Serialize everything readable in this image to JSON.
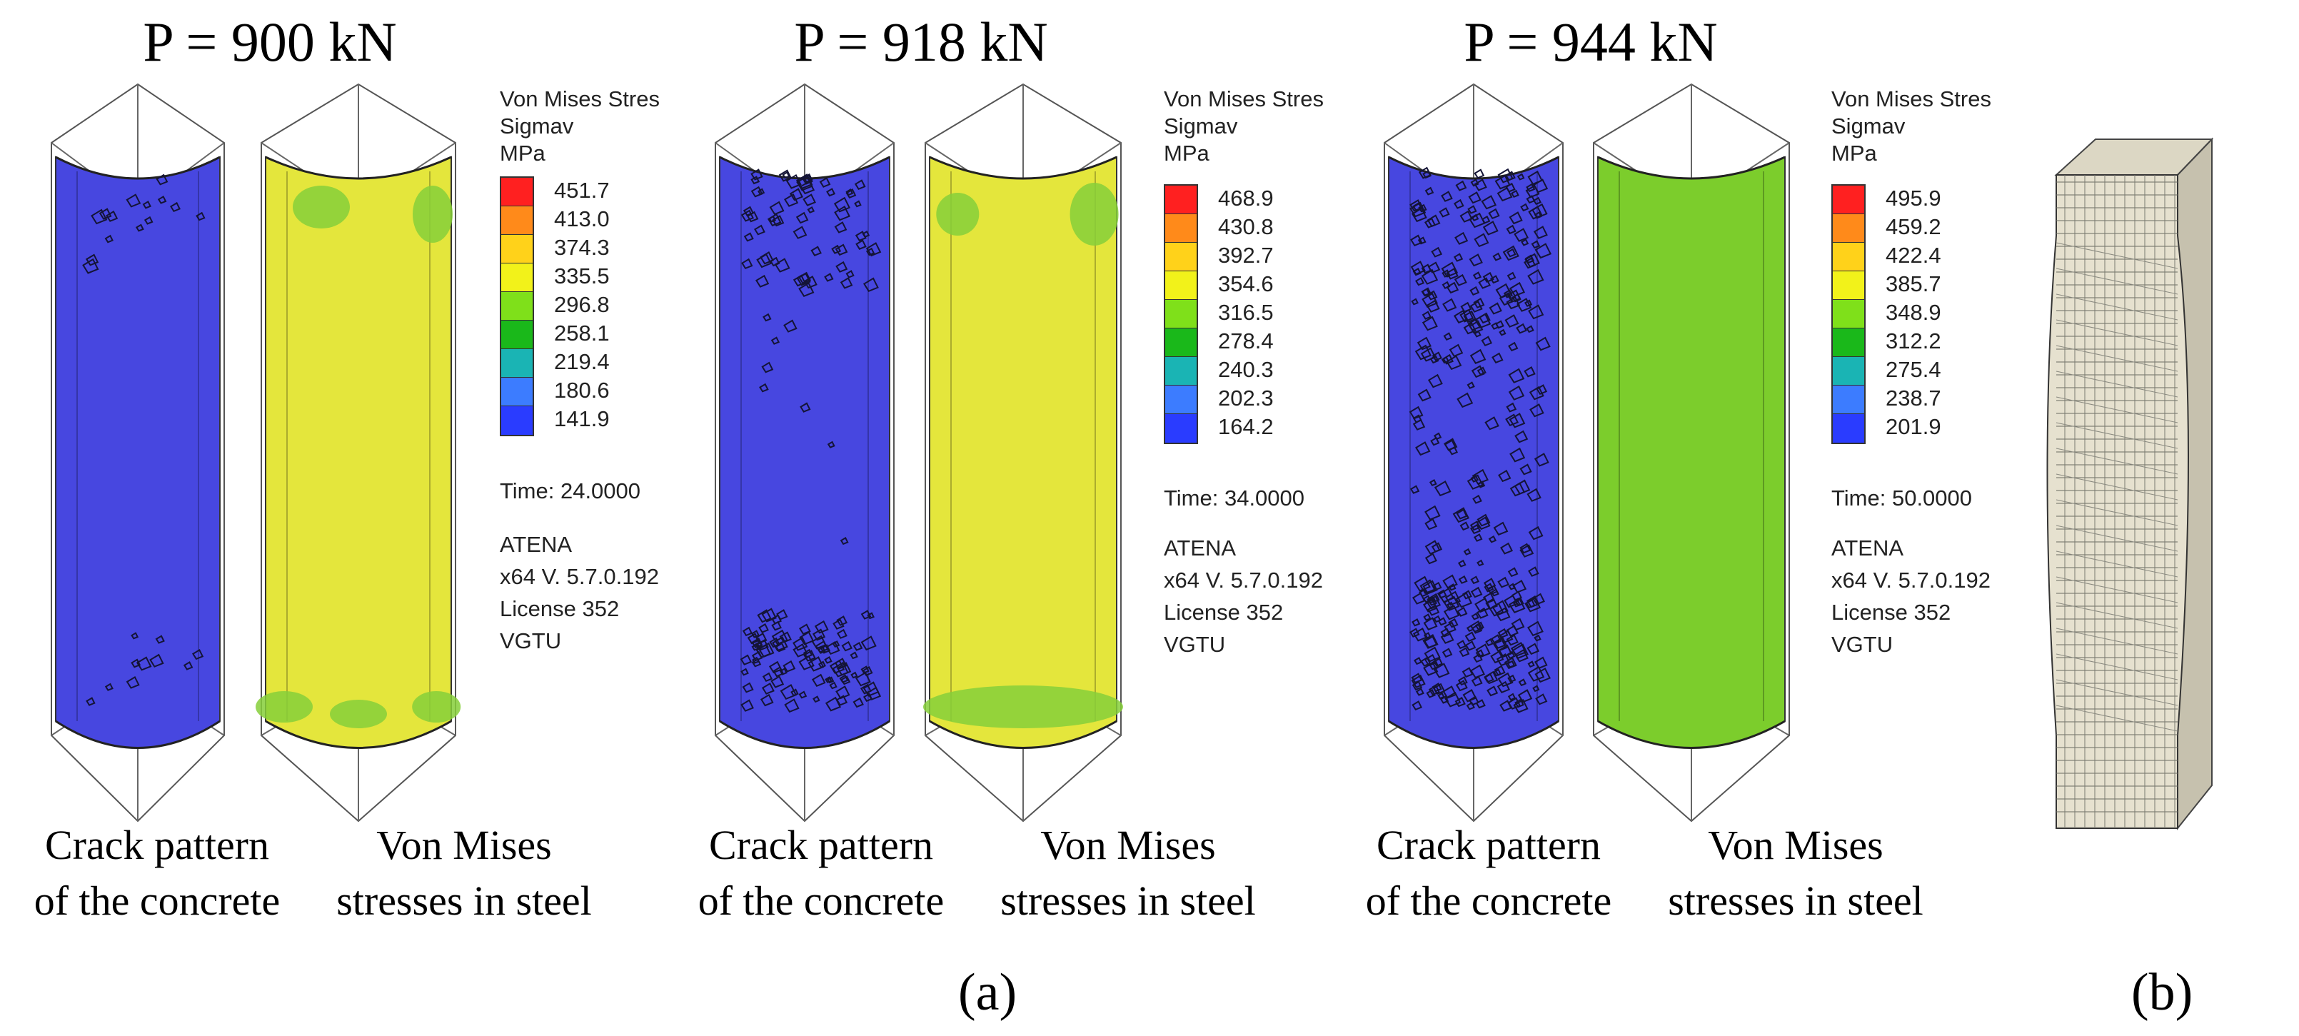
{
  "groups": [
    {
      "load_title": "P = 900 kN",
      "legend": {
        "title_lines": [
          "Von Mises Stres",
          "Sigmav",
          "MPa"
        ],
        "values": [
          "451.7",
          "413.0",
          "374.3",
          "335.5",
          "296.8",
          "258.1",
          "219.4",
          "180.6",
          "141.9"
        ],
        "time": "Time:  24.0000",
        "software": [
          "ATENA",
          "x64 V. 5.7.0.192",
          "License 352",
          "VGTU"
        ]
      },
      "crack_caption": [
        "Crack pattern",
        "of the concrete"
      ],
      "stress_caption": [
        "Von Mises",
        "stresses in steel"
      ]
    },
    {
      "load_title": "P = 918 kN",
      "legend": {
        "title_lines": [
          "Von Mises Stres",
          "Sigmav",
          "MPa"
        ],
        "values": [
          "468.9",
          "430.8",
          "392.7",
          "354.6",
          "316.5",
          "278.4",
          "240.3",
          "202.3",
          "164.2"
        ],
        "time": "Time:  34.0000",
        "software": [
          "ATENA",
          "x64 V. 5.7.0.192",
          "License 352",
          "VGTU"
        ]
      },
      "crack_caption": [
        "Crack pattern",
        "of the concrete"
      ],
      "stress_caption": [
        "Von Mises",
        "stresses in steel"
      ]
    },
    {
      "load_title": "P = 944 kN",
      "legend": {
        "title_lines": [
          "Von Mises Stres",
          "Sigmav",
          "MPa"
        ],
        "values": [
          "495.9",
          "459.2",
          "422.4",
          "385.7",
          "348.9",
          "312.2",
          "275.4",
          "238.7",
          "201.9"
        ],
        "time": "Time:  50.0000",
        "software": [
          "ATENA",
          "x64 V. 5.7.0.192",
          "License 352",
          "VGTU"
        ]
      },
      "crack_caption": [
        "Crack pattern",
        "of the concrete"
      ],
      "stress_caption": [
        "Von Mises",
        "stresses in steel"
      ]
    }
  ],
  "legend_colors": [
    "#ff2020",
    "#ff8a1a",
    "#ffd21a",
    "#f2f21a",
    "#7fe01a",
    "#1ab81a",
    "#1ab4b4",
    "#3c7cff",
    "#2a3cff"
  ],
  "column_colors": {
    "concrete": "#4747e0",
    "steel_yellow": "#e4e63c",
    "steel_green": "#7ccd2c",
    "hotspot_green": "#86cf3a",
    "crack_dark": "#141436"
  },
  "panel_labels": {
    "a": "(a)",
    "b": "(b)"
  }
}
